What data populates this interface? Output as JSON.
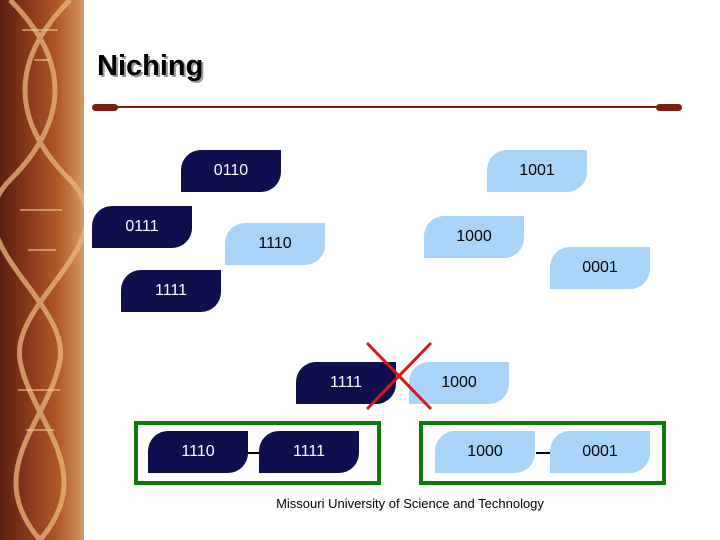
{
  "slide": {
    "title": "Niching",
    "footer": "Missouri University of Science and Technology"
  },
  "population": [
    {
      "label": "0110",
      "kind": "dark"
    },
    {
      "label": "1001",
      "kind": "light"
    },
    {
      "label": "0111",
      "kind": "dark"
    },
    {
      "label": "1110",
      "kind": "light"
    },
    {
      "label": "1000",
      "kind": "light"
    },
    {
      "label": "0001",
      "kind": "light"
    },
    {
      "label": "1111",
      "kind": "dark"
    }
  ],
  "pairing": {
    "rejected": [
      "1111",
      "1000"
    ],
    "accepted_left": [
      "1110",
      "1111"
    ],
    "accepted_right": [
      "1000",
      "0001"
    ]
  },
  "colors": {
    "dark_node": "#0f0f4e",
    "light_node": "#a9d4f7",
    "accept_box": "#0b7a0b",
    "reject_cross": "#d11a1a",
    "rule": "#7a1f0f"
  }
}
